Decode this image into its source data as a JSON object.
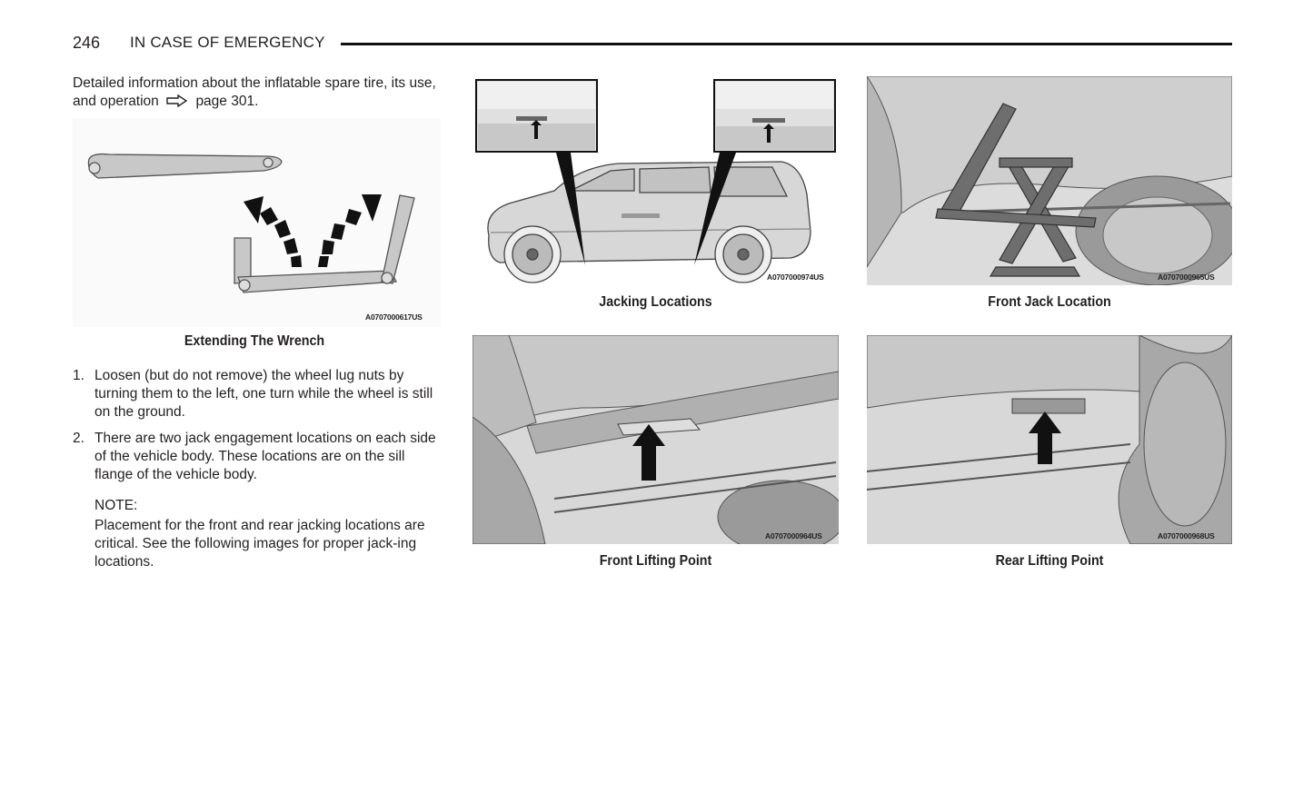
{
  "header": {
    "page_number": "246",
    "section_title": "IN CASE OF EMERGENCY"
  },
  "intro": {
    "text_before": "Detailed information about the inflatable spare tire, its use, and operation",
    "xref_icon": "arrow-right-outline-icon",
    "text_after": "page 301."
  },
  "figures": {
    "wrench": {
      "caption": "Extending The Wrench",
      "code": "A0707000617US"
    },
    "jacking": {
      "caption": "Jacking Locations",
      "code": "A0707000974US"
    },
    "front_jack": {
      "caption": "Front Jack Location",
      "code": "A0707000965US"
    },
    "front_lift": {
      "caption": "Front Lifting Point",
      "code": "A0707000964US"
    },
    "rear_lift": {
      "caption": "Rear Lifting Point",
      "code": "A0707000968US"
    }
  },
  "steps": [
    {
      "num": "1.",
      "text": "Loosen (but do not remove) the wheel lug nuts by turning them to the left, one turn while the wheel is still on the ground."
    },
    {
      "num": "2.",
      "text": "There are two jack engagement locations on each side of the vehicle body. These locations are on the sill flange of the vehicle body."
    }
  ],
  "note": {
    "title": "NOTE:",
    "text": "Placement for the front and rear jacking locations are critical. See the following images for proper jack-ing locations."
  }
}
